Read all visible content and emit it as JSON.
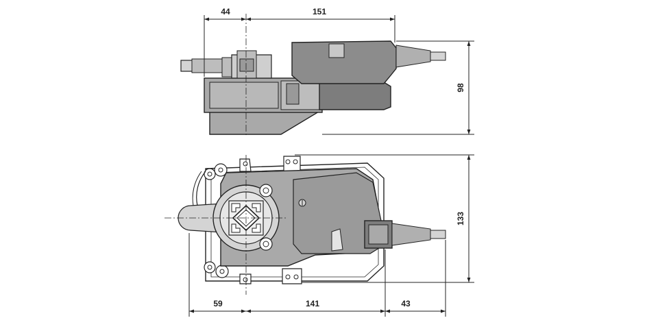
{
  "colors": {
    "housing_fill": "#a9a9a9",
    "housing_dark": "#7d7d7d",
    "light_fill": "#d4d4d4",
    "line": "#222222",
    "background": "#ffffff"
  },
  "dimensions": {
    "top_view": {
      "left_width": "44",
      "total_width": "151",
      "height": "98"
    },
    "bottom_view": {
      "height": "133",
      "left_width": "59",
      "middle_width": "141",
      "right_width": "43"
    }
  }
}
